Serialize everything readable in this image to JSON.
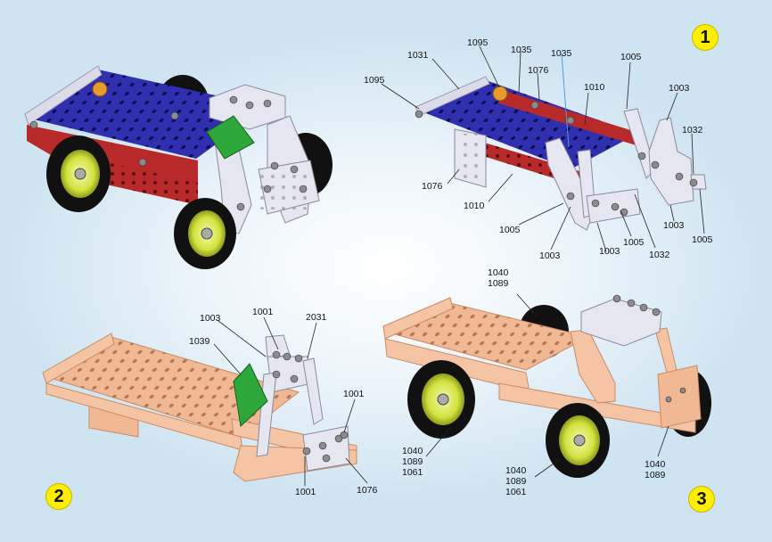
{
  "steps": [
    {
      "number": "1"
    },
    {
      "number": "2"
    },
    {
      "number": "3"
    }
  ],
  "colors": {
    "blue_panel": "#2f2fb0",
    "red_strip": "#b82a2a",
    "silver_part": "#e6e6f0",
    "green_bracket": "#2ea83a",
    "tan_part": "#f1b894",
    "tire": "#111111",
    "hub": "#d7e64a",
    "badge": "#ffee00"
  },
  "step1_labels": {
    "l1031": "1031",
    "l1095a": "1095",
    "l1095b": "1095",
    "l1035a": "1035",
    "l1035b": "1035",
    "l1076a": "1076",
    "l1076b": "1076",
    "l1010a": "1010",
    "l1010b": "1010",
    "l1005a": "1005",
    "l1005b": "1005",
    "l1005c": "1005",
    "l1005d": "1005",
    "l1003a": "1003",
    "l1003b": "1003",
    "l1003c": "1003",
    "l1003d": "1003",
    "l1032a": "1032",
    "l1032b": "1032"
  },
  "step2_labels": {
    "l1003": "1003",
    "l1001a": "1001",
    "l1001b": "1001",
    "l1001c": "1001",
    "l2031": "2031",
    "l1039": "1039",
    "l1076": "1076"
  },
  "step3_labels": {
    "top": [
      "1040",
      "1089"
    ],
    "left": [
      "1040",
      "1089",
      "1061"
    ],
    "mid": [
      "1040",
      "1089",
      "1061"
    ],
    "right": [
      "1040",
      "1089"
    ]
  }
}
